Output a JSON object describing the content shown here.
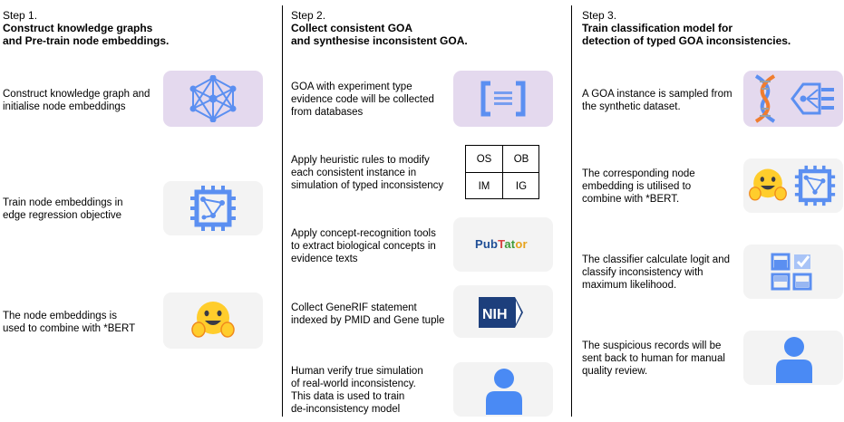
{
  "steps": [
    {
      "step": "Step 1.",
      "title": "Construct knowledge graphs\nand Pre-train node embeddings."
    },
    {
      "step": "Step 2.",
      "title": "Collect consistent GOA\nand synthesise inconsistent GOA."
    },
    {
      "step": "Step 3.",
      "title": "Train classification model for\ndetection of typed GOA inconsistencies."
    }
  ],
  "col1": [
    "Construct knowledge graph and\ninitialise node embeddings",
    "Train node embeddings in\nedge regression objective",
    "The node embeddings is\nused to combine with *BERT"
  ],
  "col2": [
    "GOA with experiment type\nevidence code will be collected\nfrom databases",
    "Apply heuristic rules to modify\neach consistent instance in\nsimulation of typed inconsistency",
    "Apply concept-recognition tools\nto extract biological concepts in\nevidence texts",
    "Collect GeneRIF statement\nindexed by PMID and Gene tuple",
    "Human verify true simulation\nof real-world inconsistency.\nThis data is used to train\nde-inconsistency model"
  ],
  "col3": [
    "A GOA instance is sampled from\nthe synthetic dataset.",
    "The corresponding node\nembedding is utilised to\ncombine with *BERT.",
    "The classifier calculate logit and\nclassify inconsistency with\nmaximum likelihood.",
    "The suspicious records will be\nsent back to human for manual\nquality review."
  ],
  "inconsistency_grid": {
    "os": "OS",
    "ob": "OB",
    "im": "IM",
    "ig": "IG"
  },
  "pubtator": {
    "p1": "Pub",
    "p2": "T",
    "p3": "at",
    "p4": "or"
  },
  "nih_label": "NIH",
  "icons": [
    "knowledge-graph-icon",
    "neural-chip-icon",
    "hugging-face-icon",
    "json-brackets-icon",
    "nih-logo-icon",
    "person-icon",
    "dna-icon",
    "classifier-icon",
    "checklist-grid-icon"
  ],
  "colors": {
    "icon_blue": "#5b8ff1",
    "purple_tile": "#e4d9ee",
    "gray_tile": "#f3f3f3",
    "hug_yellow": "#ffcd2c",
    "dna_orange": "#f07d2f",
    "nih_blue": "#1d3f7c"
  }
}
